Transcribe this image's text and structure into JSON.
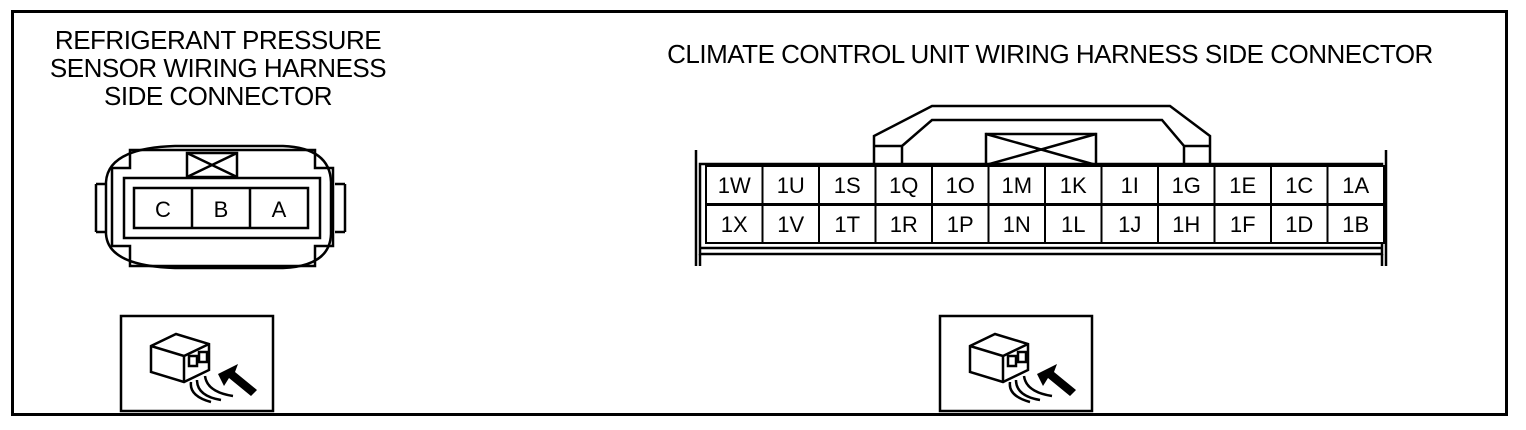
{
  "left_connector": {
    "title_lines": [
      "REFRIGERANT PRESSURE",
      "SENSOR WIRING HARNESS",
      "SIDE CONNECTOR"
    ],
    "pins": [
      "C",
      "B",
      "A"
    ],
    "view_icon": "harness-side-view-icon"
  },
  "right_connector": {
    "title": "CLIMATE CONTROL UNIT WIRING HARNESS SIDE CONNECTOR",
    "top_row": [
      "1W",
      "1U",
      "1S",
      "1Q",
      "1O",
      "1M",
      "1K",
      "1I",
      "1G",
      "1E",
      "1C",
      "1A"
    ],
    "bottom_row": [
      "1X",
      "1V",
      "1T",
      "1R",
      "1P",
      "1N",
      "1L",
      "1J",
      "1H",
      "1F",
      "1D",
      "1B"
    ],
    "view_icon": "harness-side-view-icon"
  }
}
